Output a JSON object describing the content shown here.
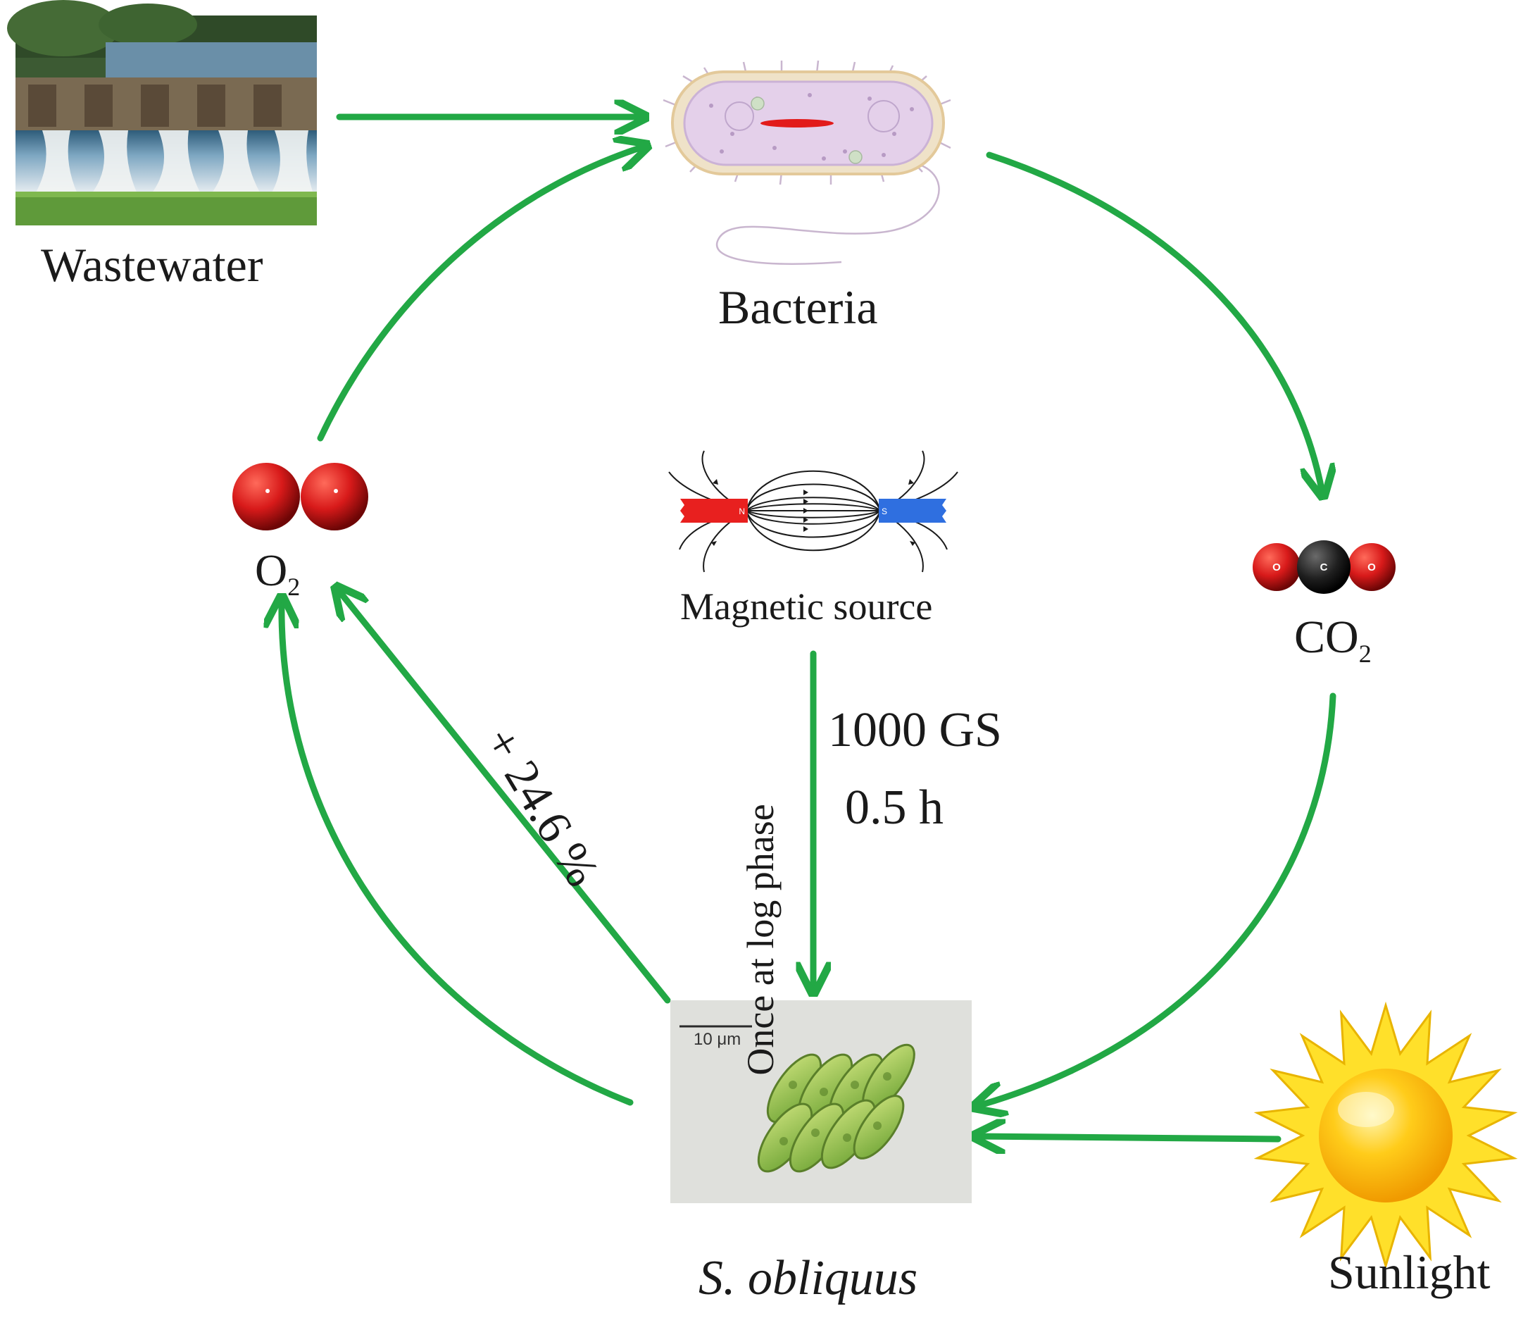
{
  "labels": {
    "wastewater": "Wastewater",
    "bacteria": "Bacteria",
    "o2_main": "O",
    "o2_sub": "2",
    "co2_main": "CO",
    "co2_sub": "2",
    "magnetic_source": "Magnetic source",
    "field_strength": "1000 GS",
    "duration": "0.5 h",
    "timing": "Once at log phase",
    "increase": "+ 24.6 %",
    "algae": "S. obliquus",
    "sunlight": "Sunlight",
    "scale_bar": "10 μm"
  },
  "magnet_poles": {
    "north": "N",
    "south": "S"
  },
  "atoms": {
    "oxygen": "O",
    "carbon": "C"
  },
  "colors": {
    "arrow": "#22a845",
    "oxygen": "#d81a1a",
    "carbon": "#1f1f1f",
    "magnet_north": "#e8201f",
    "magnet_south": "#2f6fe0",
    "sun": "#ffd21f",
    "algae": "#8fc24a"
  },
  "icons": [
    "wastewater-photo",
    "bacteria-cell-icon",
    "oxygen-molecule-icon",
    "carbon-dioxide-molecule-icon",
    "bar-magnet-field-icon",
    "algae-micrograph",
    "sun-icon"
  ]
}
